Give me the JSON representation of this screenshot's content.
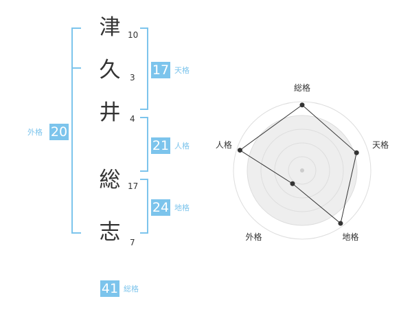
{
  "name": {
    "characters": [
      {
        "char": "津",
        "strokes": "10"
      },
      {
        "char": "久",
        "strokes": "3"
      },
      {
        "char": "井",
        "strokes": "4"
      },
      {
        "char": "総",
        "strokes": "17"
      },
      {
        "char": "志",
        "strokes": "7"
      }
    ]
  },
  "fortune": {
    "tenkaku": {
      "value": "17",
      "label": "天格"
    },
    "jinkaku": {
      "value": "21",
      "label": "人格"
    },
    "chikaku": {
      "value": "24",
      "label": "地格"
    },
    "gaikaku": {
      "value": "20",
      "label": "外格"
    },
    "soukaku": {
      "value": "41",
      "label": "総格"
    }
  },
  "radar": {
    "axes": [
      "総格",
      "天格",
      "地格",
      "外格",
      "人格"
    ],
    "values": [
      4,
      3.5,
      4,
      1,
      4
    ],
    "max": 4.2,
    "rings": 4,
    "fill_color": "#eeeeee",
    "ring_color": "#dddddd",
    "line_color": "#333333",
    "accent_color": "#7cc4ec"
  }
}
